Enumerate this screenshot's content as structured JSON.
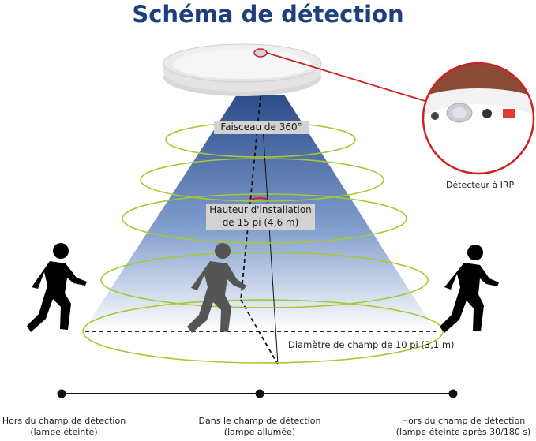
{
  "title": "Schéma de détection",
  "labels": {
    "beam": "Faisceau de 360°",
    "height_line1": "Hauteur d'installation",
    "height_line2": "de 15 pi (4,6 m)",
    "diameter": "Diamètre de champ de 10 pi (3,1 m)",
    "detector": "Détecteur à IRP"
  },
  "states": [
    {
      "line1": "Hors du champ de détection",
      "line2": "(lampe éteinte)"
    },
    {
      "line1": "Dans le champ de détection",
      "line2": "(lampe allumée)"
    },
    {
      "line1": "Hors du champ de détection",
      "line2": "(lampe éteinte après 30/180 s)"
    }
  ],
  "colors": {
    "title": "#1d3f7c",
    "beam_top": "#2b4c8a",
    "beam_bottom": "#ffffff",
    "rings": "#a6c833",
    "pointer": "#cc2222",
    "figure_out": "#000000",
    "figure_in": "#555555"
  }
}
